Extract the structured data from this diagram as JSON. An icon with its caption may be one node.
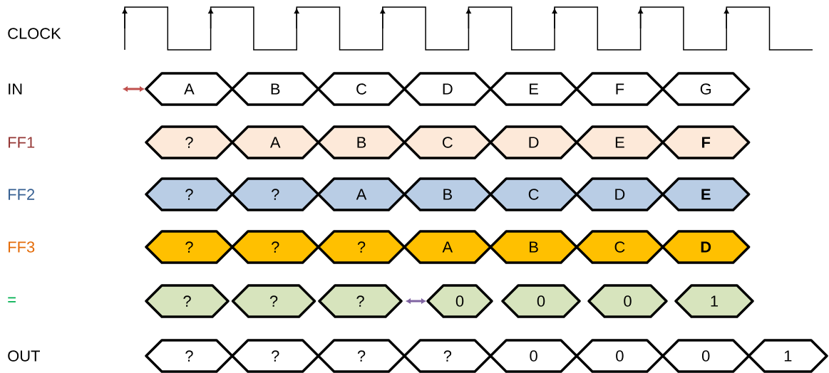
{
  "diagram": {
    "nodes": [
      {
        "text": [
          "A"
        ]
      },
      {
        "text": [
          "B"
        ]
      },
      {
        "text": [
          "C"
        ]
      },
      {
        "text": [
          "D"
        ]
      },
      {
        "text": [
          "E"
        ]
      },
      {
        "text": [
          "F"
        ]
      },
      {
        "text": [
          "G"
        ]
      },
      {
        "text": [
          "?"
        ]
      },
      {
        "text": [
          "A"
        ]
      },
      {
        "text": [
          "B"
        ]
      },
      {
        "text": [
          "C"
        ]
      },
      {
        "text": [
          "D"
        ]
      },
      {
        "text": [
          "E"
        ]
      },
      {
        "text": [
          "F"
        ]
      },
      {
        "text": [
          "?"
        ]
      },
      {
        "text": [
          "?"
        ]
      },
      {
        "text": [
          "A"
        ]
      },
      {
        "text": [
          "B"
        ]
      },
      {
        "text": [
          "C"
        ]
      },
      {
        "text": [
          "D"
        ]
      },
      {
        "text": [
          "E"
        ]
      },
      {
        "text": [
          "?"
        ]
      },
      {
        "text": [
          "?"
        ]
      },
      {
        "text": [
          "?"
        ]
      },
      {
        "text": [
          "A"
        ]
      },
      {
        "text": [
          "B"
        ]
      },
      {
        "text": [
          "C"
        ]
      },
      {
        "text": [
          "D"
        ]
      },
      {
        "text": [
          "?"
        ]
      },
      {
        "text": [
          "?"
        ]
      },
      {
        "text": [
          "?"
        ]
      },
      {
        "text": [
          "0"
        ]
      },
      {
        "text": [
          "0"
        ]
      },
      {
        "text": [
          "0"
        ]
      },
      {
        "text": [
          "1"
        ]
      },
      {
        "text": [
          "?"
        ]
      },
      {
        "text": [
          "?"
        ]
      },
      {
        "text": [
          "?"
        ]
      },
      {
        "text": [
          "?"
        ]
      },
      {
        "text": [
          "0"
        ]
      },
      {
        "text": [
          "0"
        ]
      },
      {
        "text": [
          "0"
        ]
      },
      {
        "text": [
          "1"
        ]
      }
    ],
    "labels": [
      "CLOCK",
      "IN",
      "FF1",
      "FF2",
      "FF3",
      "=",
      "OUT"
    ]
  }
}
